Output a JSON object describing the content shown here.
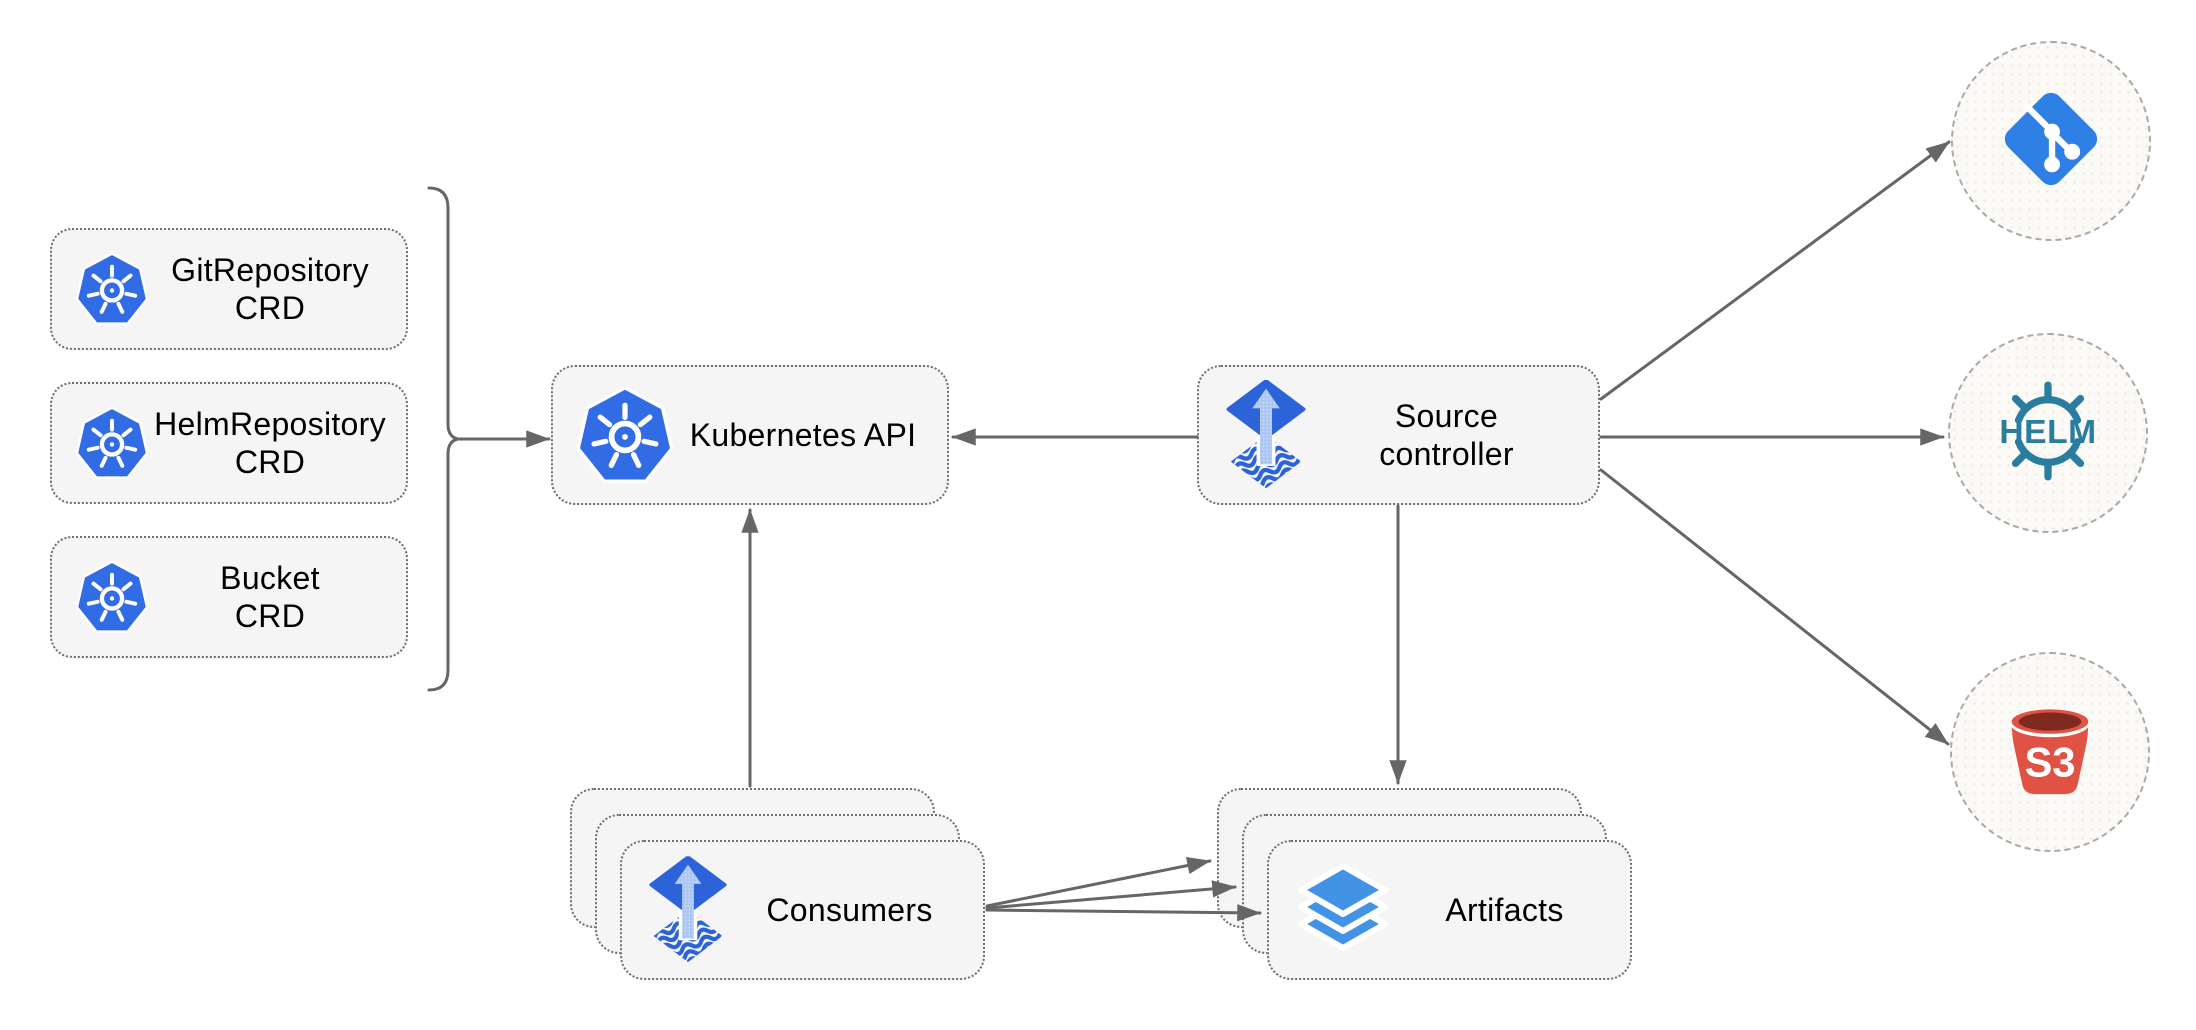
{
  "diagram_subject": "source-controller",
  "nodes": {
    "git_repository_crd": {
      "line1": "GitRepository",
      "line2": "CRD",
      "icon": "kubernetes-icon"
    },
    "helm_repository_crd": {
      "line1": "HelmRepository",
      "line2": "CRD",
      "icon": "kubernetes-icon"
    },
    "bucket_crd": {
      "line1": "Bucket",
      "line2": "CRD",
      "icon": "kubernetes-icon"
    },
    "kubernetes_api": {
      "label": "Kubernetes API",
      "icon": "kubernetes-icon"
    },
    "source_controller": {
      "line1": "Source",
      "line2": "controller",
      "icon": "flux-source-controller-icon"
    },
    "consumers": {
      "label": "Consumers",
      "icon": "flux-source-controller-icon",
      "stacked_sheets": 3
    },
    "artifacts": {
      "label": "Artifacts",
      "icon": "artifacts-layers-icon",
      "stacked_sheets": 3
    },
    "git_source": {
      "icon": "git-icon"
    },
    "helm_source": {
      "icon": "helm-icon",
      "icon_text": "HELM"
    },
    "s3_source": {
      "icon": "s3-bucket-icon",
      "icon_text": "S3"
    }
  },
  "edges": [
    {
      "from": "crd-group-bracket",
      "to": "kubernetes_api"
    },
    {
      "from": "source_controller",
      "to": "kubernetes_api"
    },
    {
      "from": "consumers",
      "to": "kubernetes_api"
    },
    {
      "from": "source_controller",
      "to": "artifacts"
    },
    {
      "from": "source_controller",
      "to": "git_source"
    },
    {
      "from": "source_controller",
      "to": "helm_source"
    },
    {
      "from": "source_controller",
      "to": "s3_source"
    },
    {
      "from": "consumers",
      "to": "artifacts"
    },
    {
      "from": "consumers",
      "to": "artifacts"
    },
    {
      "from": "consumers",
      "to": "artifacts"
    }
  ],
  "bracket_groups": [
    "git_repository_crd",
    "helm_repository_crd",
    "bucket_crd"
  ],
  "colors": {
    "canvas_background": "#ffffff",
    "node_fill": "#f5f5f5",
    "node_border": "#6e6e6e",
    "circle_fill": "#fbfaf6",
    "circle_border": "#a9a9a9",
    "connector": "#666666",
    "label_text": "#000000",
    "kubernetes_blue": "#326ce5",
    "flux_blue": "#2d63d9",
    "flux_arrow_light": "#abc6f2",
    "layers_blue": "#4293e6",
    "git_blue": "#2f80e4",
    "helm_teal": "#2a7d9e",
    "s3_red": "#e05243",
    "s3_dark_red": "#7e2a20"
  }
}
